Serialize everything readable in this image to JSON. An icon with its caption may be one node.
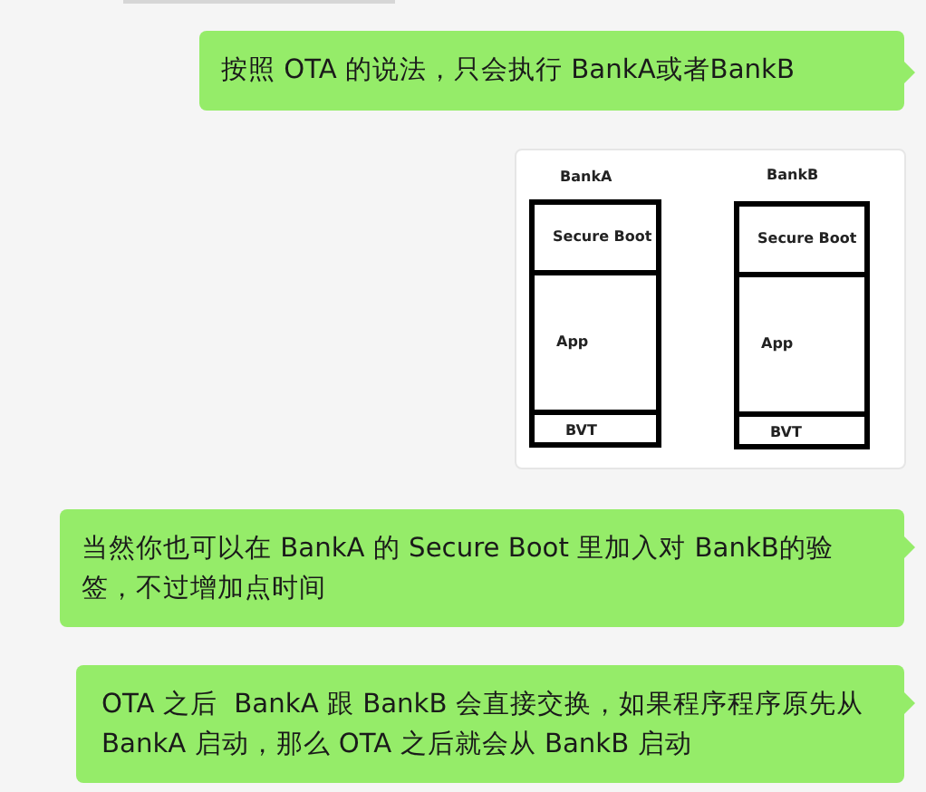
{
  "diagram": {
    "nodes": [
      {
        "text": [
          "按照 OTA 的说法，只会执行 BankA或者BankB"
        ]
      },
      {
        "text": [],
        "shape": "box"
      },
      {
        "text": [
          "BankA"
        ],
        "in": 1
      },
      {
        "text": [
          "Secure Boot"
        ],
        "in": 2
      },
      {
        "text": [
          "App"
        ],
        "in": 2
      },
      {
        "text": [
          "BVT"
        ],
        "in": 2
      },
      {
        "text": [
          "BankB"
        ],
        "in": 1
      },
      {
        "text": [
          "Secure Boot"
        ],
        "in": 6
      },
      {
        "text": [
          "App"
        ],
        "in": 6
      },
      {
        "text": [
          "BVT"
        ],
        "in": 6
      },
      {
        "text": [
          "当然你也可以在 BankA 的 Secure Boot 里加入对 BankB的验签，不过增加点时间"
        ]
      },
      {
        "text": [
          "OTA 之后  BankA 跟 BankB 会直接交换，如果程序程序原先从 BankA 启动，那么 OTA 之后就会从 BankB 启动"
        ]
      }
    ]
  }
}
